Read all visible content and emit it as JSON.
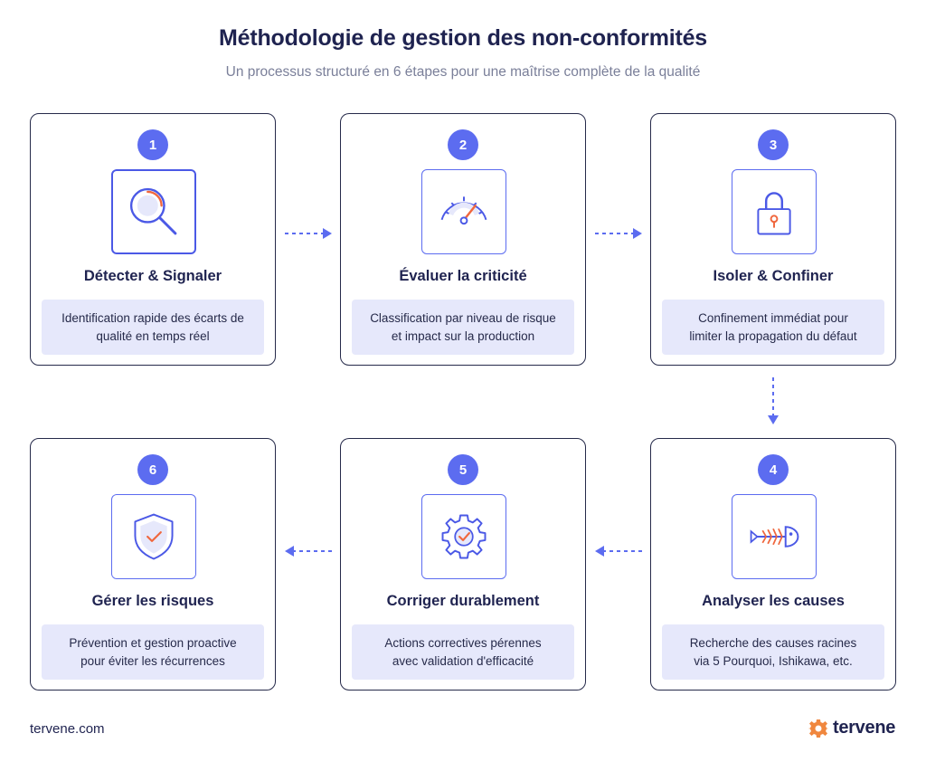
{
  "header": {
    "title": "Méthodologie de gestion des non-conformités",
    "subtitle": "Un processus structuré en 6 étapes pour une maîtrise complète de la qualité"
  },
  "steps": [
    {
      "number": "1",
      "title": "Détecter & Signaler",
      "description": "Identification rapide des écarts de\nqualité en temps réel",
      "icon": "magnifier-icon"
    },
    {
      "number": "2",
      "title": "Évaluer la criticité",
      "description": "Classification par niveau de risque\net impact sur la production",
      "icon": "gauge-icon"
    },
    {
      "number": "3",
      "title": "Isoler & Confiner",
      "description": "Confinement immédiat pour\nlimiter la propagation du défaut",
      "icon": "padlock-icon"
    },
    {
      "number": "4",
      "title": "Analyser les causes",
      "description": "Recherche des causes racines\nvia 5 Pourquoi, Ishikawa, etc.",
      "icon": "fishbone-icon"
    },
    {
      "number": "5",
      "title": "Corriger durablement",
      "description": "Actions correctives pérennes\navec validation d'efficacité",
      "icon": "gear-check-icon"
    },
    {
      "number": "6",
      "title": "Gérer les risques",
      "description": "Prévention et gestion proactive\npour éviter les récurrences",
      "icon": "shield-check-icon"
    }
  ],
  "footer": {
    "website": "tervene.com",
    "brand": "tervene"
  },
  "colors": {
    "accent": "#5c6cf0",
    "highlight": "#f0673e",
    "text": "#1f2350",
    "description_bg": "#e6e8fb"
  }
}
